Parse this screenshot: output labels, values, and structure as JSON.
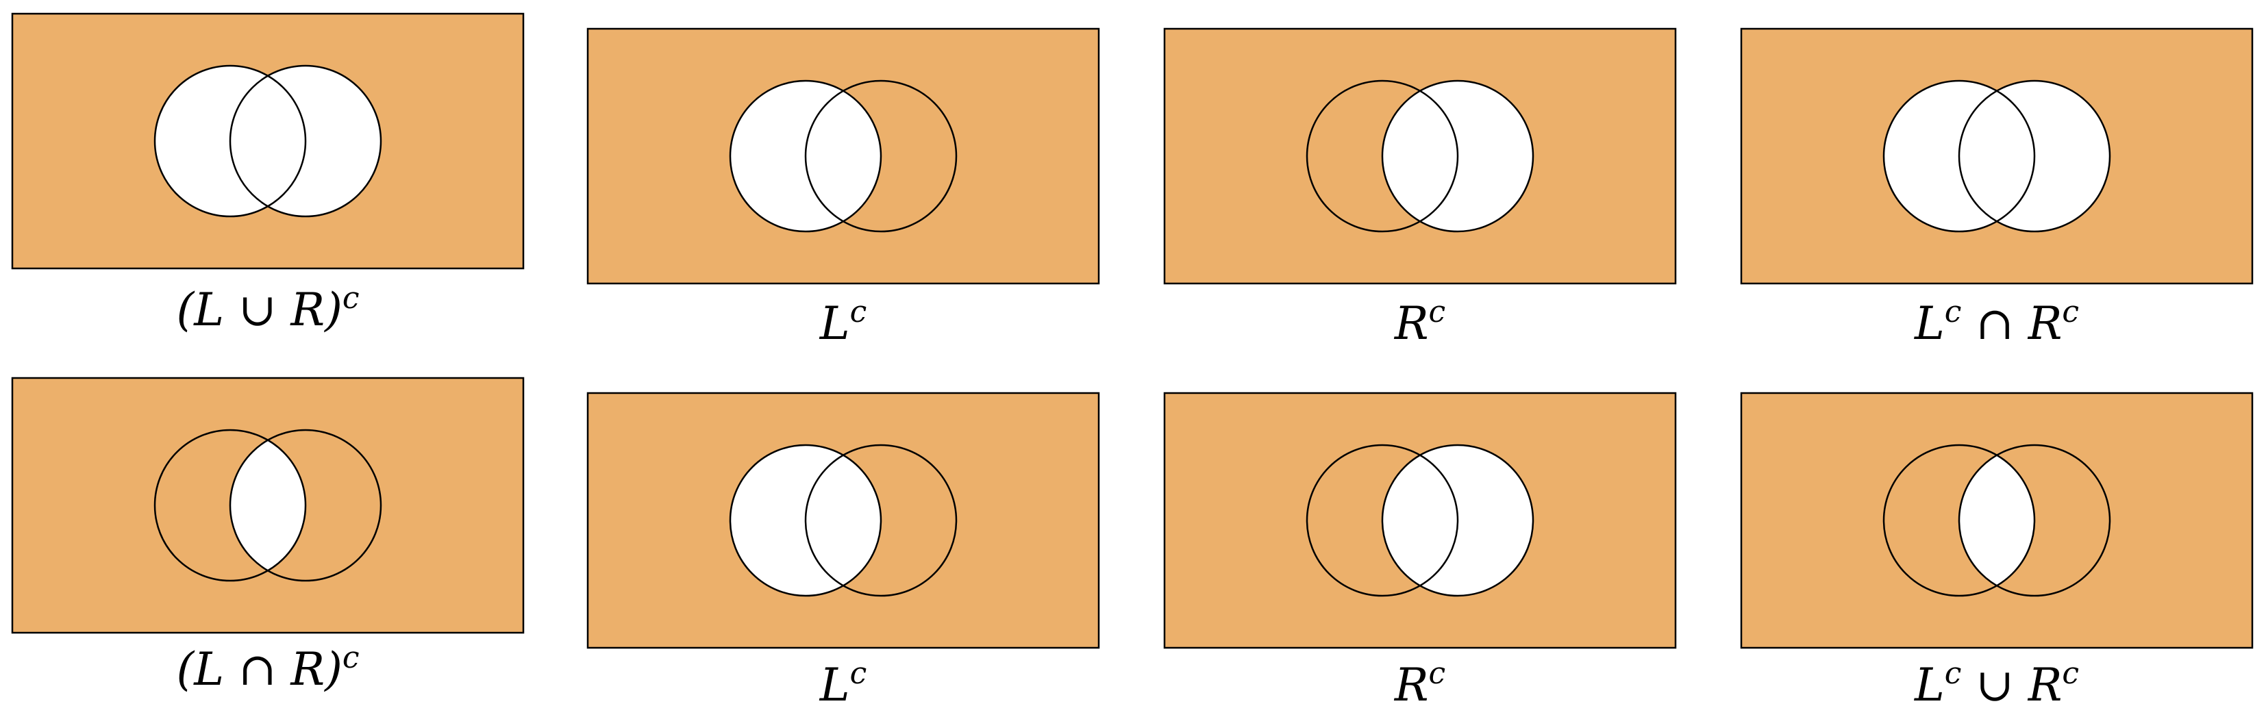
{
  "colors": {
    "fill": "#ECB06B",
    "empty": "#FFFFFF",
    "stroke": "#000000"
  },
  "panels": [
    {
      "shade": "outside",
      "caption": {
        "open": "(",
        "a": "L",
        "op": "∪",
        "b": "R",
        "close": ")",
        "sup": "c"
      }
    },
    {
      "shade": "notL",
      "caption": {
        "a": "L",
        "sup_a": "c"
      }
    },
    {
      "shade": "notR",
      "caption": {
        "a": "R",
        "sup_a": "c"
      }
    },
    {
      "shade": "outside",
      "caption": {
        "a": "L",
        "sup_a": "c",
        "op": "∩",
        "b": "R",
        "sup_b": "c"
      }
    },
    {
      "shade": "notBoth",
      "caption": {
        "open": "(",
        "a": "L",
        "op": "∩",
        "b": "R",
        "close": ")",
        "sup": "c"
      }
    },
    {
      "shade": "notL",
      "caption": {
        "a": "L",
        "sup_a": "c"
      }
    },
    {
      "shade": "notR",
      "caption": {
        "a": "R",
        "sup_a": "c"
      }
    },
    {
      "shade": "notBoth",
      "caption": {
        "a": "L",
        "sup_a": "c",
        "op": "∪",
        "b": "R",
        "sup_b": "c"
      }
    }
  ]
}
